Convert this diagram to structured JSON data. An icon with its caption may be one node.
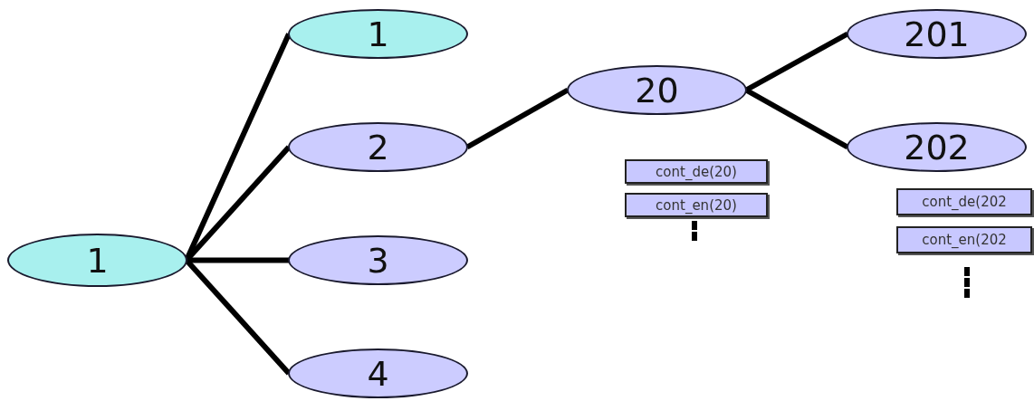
{
  "diagram": {
    "nodes": [
      {
        "text": [
          "1"
        ]
      },
      {
        "text": [
          "1"
        ]
      },
      {
        "text": [
          "2"
        ]
      },
      {
        "text": [
          "3"
        ]
      },
      {
        "text": [
          "4"
        ]
      },
      {
        "text": [
          "20"
        ]
      },
      {
        "text": [
          "201"
        ]
      },
      {
        "text": [
          "202"
        ]
      },
      {
        "text": [
          "cont_de(20)"
        ]
      },
      {
        "text": [
          "cont_en(20)"
        ]
      },
      {
        "text": [
          "cont_de(202"
        ]
      },
      {
        "text": [
          "cont_en(202"
        ]
      }
    ],
    "edges": [
      {
        "from": 0,
        "to": 1,
        "arrow": "none"
      },
      {
        "from": 0,
        "to": 2,
        "arrow": "none"
      },
      {
        "from": 0,
        "to": 3,
        "arrow": "none"
      },
      {
        "from": 0,
        "to": 4,
        "arrow": "none"
      },
      {
        "from": 2,
        "to": 5,
        "arrow": "none"
      },
      {
        "from": 5,
        "to": 6,
        "arrow": "none"
      },
      {
        "from": 5,
        "to": 7,
        "arrow": "none"
      }
    ]
  }
}
